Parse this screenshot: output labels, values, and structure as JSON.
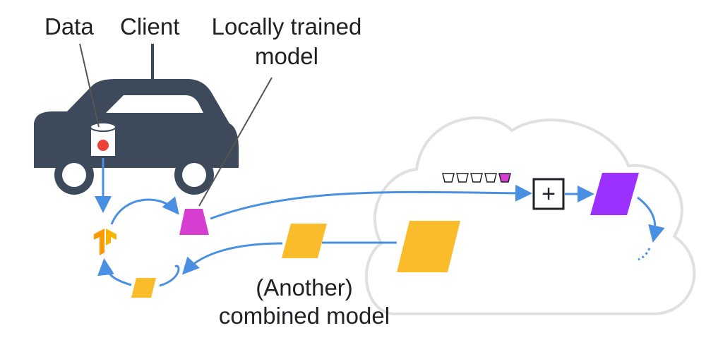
{
  "labels": {
    "data": "Data",
    "client": "Client",
    "locally_trained_line1": "Locally trained",
    "locally_trained_line2": "model",
    "combined_line1": "(Another)",
    "combined_line2": "combined model",
    "plus_symbol": "+"
  },
  "colors": {
    "car": "#3c4a5c",
    "arrow_blue": "#4a90e2",
    "magenta_model": "#d63ed1",
    "purple_model": "#9b30ff",
    "orange_model": "#fbbc2b",
    "data_dot": "#ea4335",
    "cloud_outline": "#e0e0e0",
    "tf_logo": "#ff9800",
    "text": "#202124",
    "leader_line": "#555555"
  },
  "icons": {
    "car": "car-icon",
    "data_store": "database-icon",
    "tensorflow": "tensorflow-icon",
    "cloud": "cloud-icon",
    "aggregator": "plus-box-icon"
  }
}
